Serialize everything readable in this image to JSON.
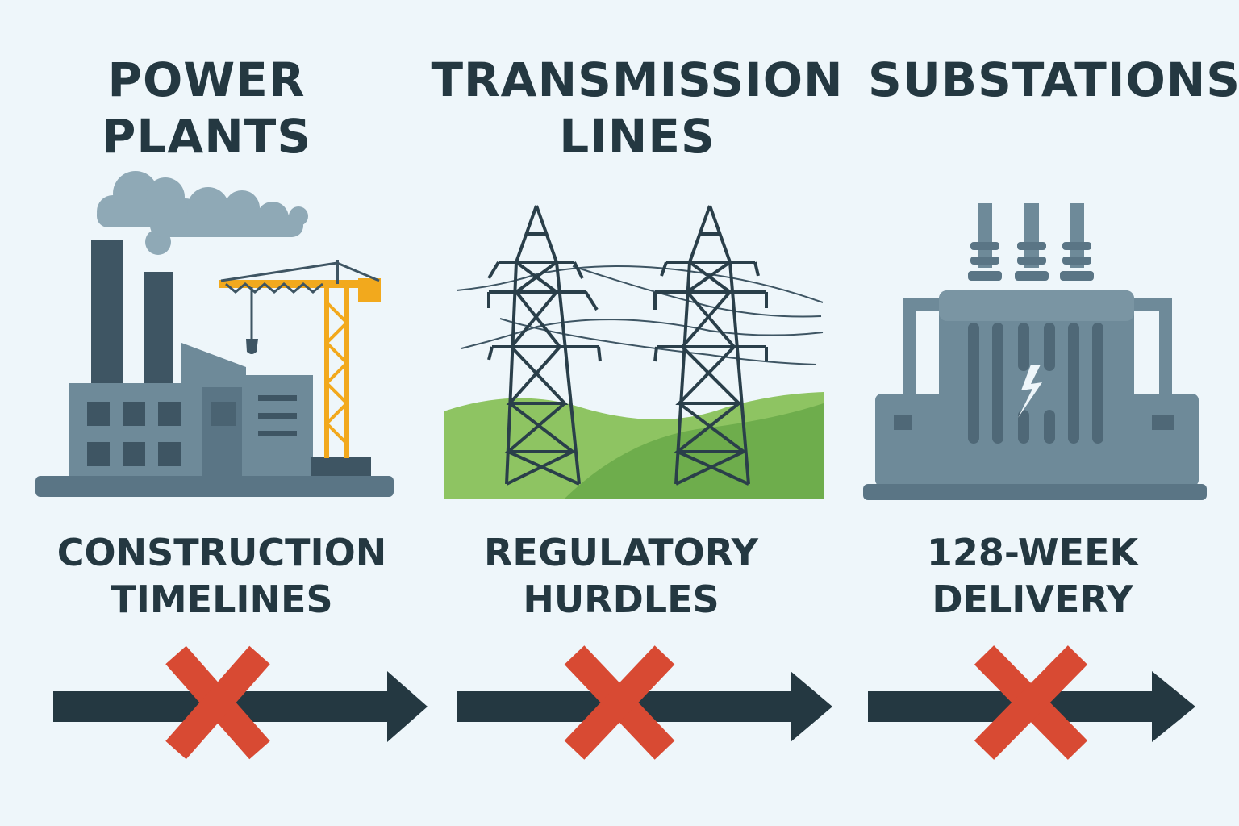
{
  "colors": {
    "background": "#eef6fa",
    "dark": "#243841",
    "steel": "#6e8a99",
    "steel_dark": "#4f6877",
    "smoke": "#8fa9b6",
    "crane": "#f2a91d",
    "grass": "#6ead4c",
    "grass_light": "#8ec462",
    "cross": "#d84a33"
  },
  "columns": [
    {
      "title_lines": [
        "POWER",
        "PLANTS"
      ],
      "caption_lines": [
        "CONSTRUCTION",
        "TIMELINES"
      ],
      "icon": "power-plant-with-crane-icon",
      "status_icon": "red-x-icon"
    },
    {
      "title_lines": [
        "TRANSMISSION",
        "LINES"
      ],
      "caption_lines": [
        "REGULATORY",
        "HURDLES"
      ],
      "icon": "transmission-towers-icon",
      "status_icon": "red-x-icon"
    },
    {
      "title_lines": [
        "SUBSTATIONS"
      ],
      "caption_lines": [
        "128-WEEK",
        "DELIVERY"
      ],
      "icon": "transformer-icon",
      "status_icon": "red-x-icon"
    }
  ]
}
